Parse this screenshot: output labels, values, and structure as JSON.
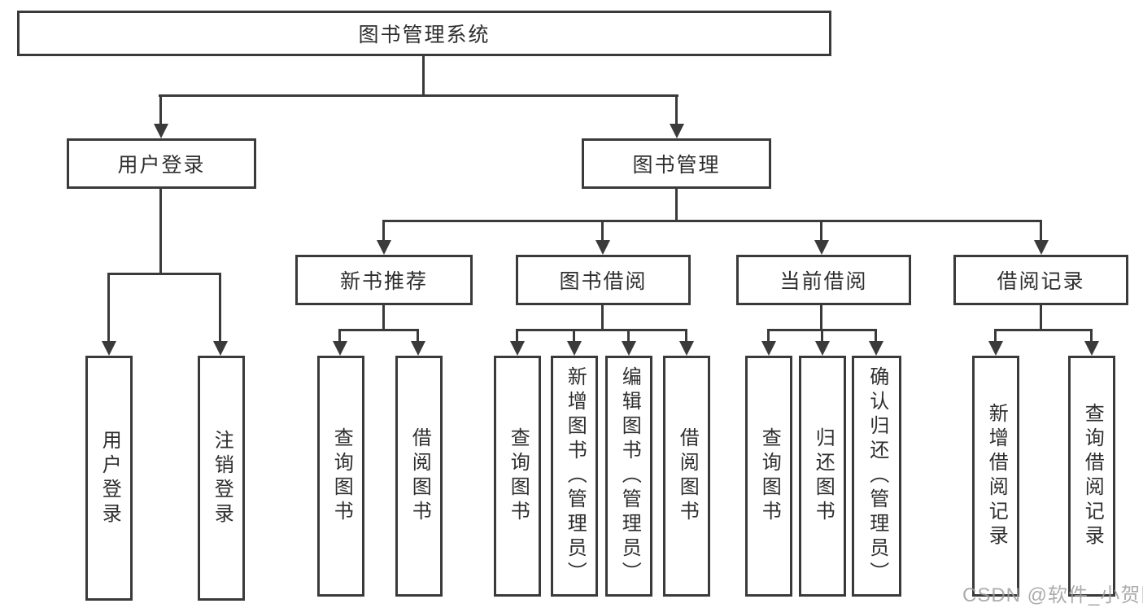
{
  "diagram": {
    "type": "org-tree",
    "title": "图书管理系统",
    "colors": {
      "line": "#3a3a3a",
      "box_border": "#3a3a3a",
      "text": "#2e2e2e",
      "background": "#ffffff",
      "watermark": "#9e9e9e"
    },
    "tree": {
      "label": "图书管理系统",
      "children": [
        {
          "label": "用户登录",
          "children": [
            {
              "label": "用户登录"
            },
            {
              "label": "注销登录"
            }
          ]
        },
        {
          "label": "图书管理",
          "children": [
            {
              "label": "新书推荐",
              "children": [
                {
                  "label": "查询图书"
                },
                {
                  "label": "借阅图书"
                }
              ]
            },
            {
              "label": "图书借阅",
              "children": [
                {
                  "label": "查询图书"
                },
                {
                  "label": "新增图书（管理员）"
                },
                {
                  "label": "编辑图书（管理员）"
                },
                {
                  "label": "借阅图书"
                }
              ]
            },
            {
              "label": "当前借阅",
              "children": [
                {
                  "label": "查询图书"
                },
                {
                  "label": "归还图书"
                },
                {
                  "label": "确认归还（管理员）"
                }
              ]
            },
            {
              "label": "借阅记录",
              "children": [
                {
                  "label": "新增借阅记录"
                },
                {
                  "label": "查询借阅记录"
                }
              ]
            }
          ]
        }
      ]
    }
  },
  "watermark": {
    "text": "CSDN @软件_小贺同学"
  }
}
